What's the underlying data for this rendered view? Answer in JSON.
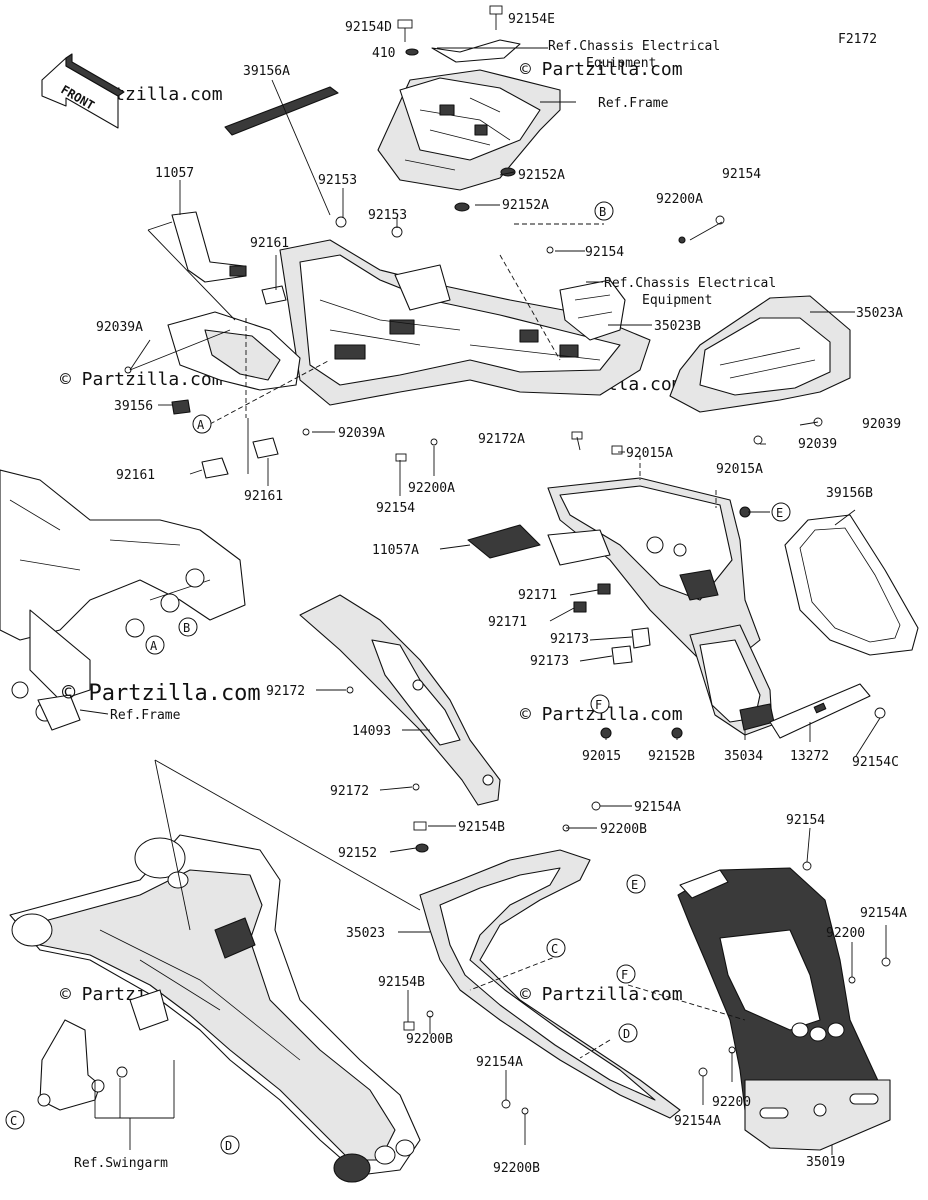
{
  "diagram_code": "F2172",
  "front_arrow": "FRONT",
  "watermark": "© Partzilla.com",
  "labels": {
    "p92154D": "92154D",
    "p92154E": "92154E",
    "p410": "410",
    "ref_chassis_1a": "Ref.Chassis Electrical",
    "ref_chassis_1b": "Equipment",
    "ref_frame_top": "Ref.Frame",
    "p39156A": "39156A",
    "p11057": "11057",
    "p92153a": "92153",
    "p92153b": "92153",
    "p92152A_1": "92152A",
    "p92152A_2": "92152A",
    "p92200A_top": "92200A",
    "p92154_top": "92154",
    "p92161_top": "92161",
    "p92154_mid": "92154",
    "ref_chassis_2a": "Ref.Chassis Electrical",
    "ref_chassis_2b": "Equipment",
    "p92039A_left": "92039A",
    "p35023B": "35023B",
    "p35023A": "35023A",
    "p39156": "39156",
    "p92039A_mid": "92039A",
    "p92039_a": "92039",
    "p92039_b": "92039",
    "p92172A": "92172A",
    "p92015A_1": "92015A",
    "p92015A_2": "92015A",
    "p92161_left": "92161",
    "p92200A_mid": "92200A",
    "p92154_left": "92154",
    "p92161_bottom": "92161",
    "p39156B": "39156B",
    "p11057A": "11057A",
    "p92171_a": "92171",
    "p92171_b": "92171",
    "p92173_a": "92173",
    "p92173_b": "92173",
    "p92172_a": "92172",
    "p14093": "14093",
    "p92015": "92015",
    "p92152B": "92152B",
    "p35034": "35034",
    "p13272": "13272",
    "p92154C": "92154C",
    "ref_frame_left": "Ref.Frame",
    "p92172_b": "92172",
    "p92154A_top": "92154A",
    "p92154B_top": "92154B",
    "p92200B_top": "92200B",
    "p92152": "92152",
    "p92154_right": "92154",
    "p35023": "35023",
    "p92154A_right": "92154A",
    "p92200_right": "92200",
    "p92154B_bot": "92154B",
    "p92200B_bot": "92200B",
    "p92154A_bot": "92154A",
    "p92200B_bot2": "92200B",
    "p92200_bot": "92200",
    "p92154A_bot2": "92154A",
    "p35019": "35019",
    "ref_swingarm": "Ref.Swingarm"
  },
  "callouts": {
    "A1": "A",
    "A2": "A",
    "B1": "B",
    "B2": "B",
    "C1": "C",
    "C2": "C",
    "D1": "D",
    "D2": "D",
    "E1": "E",
    "E2": "E",
    "F1": "F",
    "F2": "F"
  }
}
